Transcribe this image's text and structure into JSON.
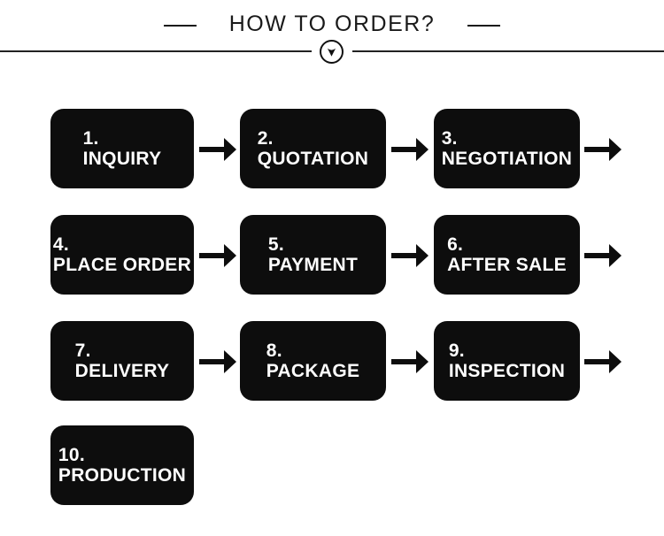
{
  "header": {
    "title": "HOW TO ORDER?",
    "divider_icon": "chevron-down-in-circle"
  },
  "colors": {
    "box_background": "#0d0d0d",
    "box_text": "#ffffff",
    "line": "#222222",
    "title_text": "#1a1a1a",
    "page_background": "#ffffff"
  },
  "steps": [
    {
      "number": "1.",
      "label": "INQUIRY"
    },
    {
      "number": "2.",
      "label": "QUOTATION"
    },
    {
      "number": "3.",
      "label": "NEGOTIATION"
    },
    {
      "number": "4.",
      "label": "PLACE ORDER"
    },
    {
      "number": "5.",
      "label": "PAYMENT"
    },
    {
      "number": "6.",
      "label": "AFTER SALE"
    },
    {
      "number": "7.",
      "label": "DELIVERY"
    },
    {
      "number": "8.",
      "label": "PACKAGE"
    },
    {
      "number": "9.",
      "label": "INSPECTION"
    },
    {
      "number": "10.",
      "label": "PRODUCTION"
    }
  ]
}
